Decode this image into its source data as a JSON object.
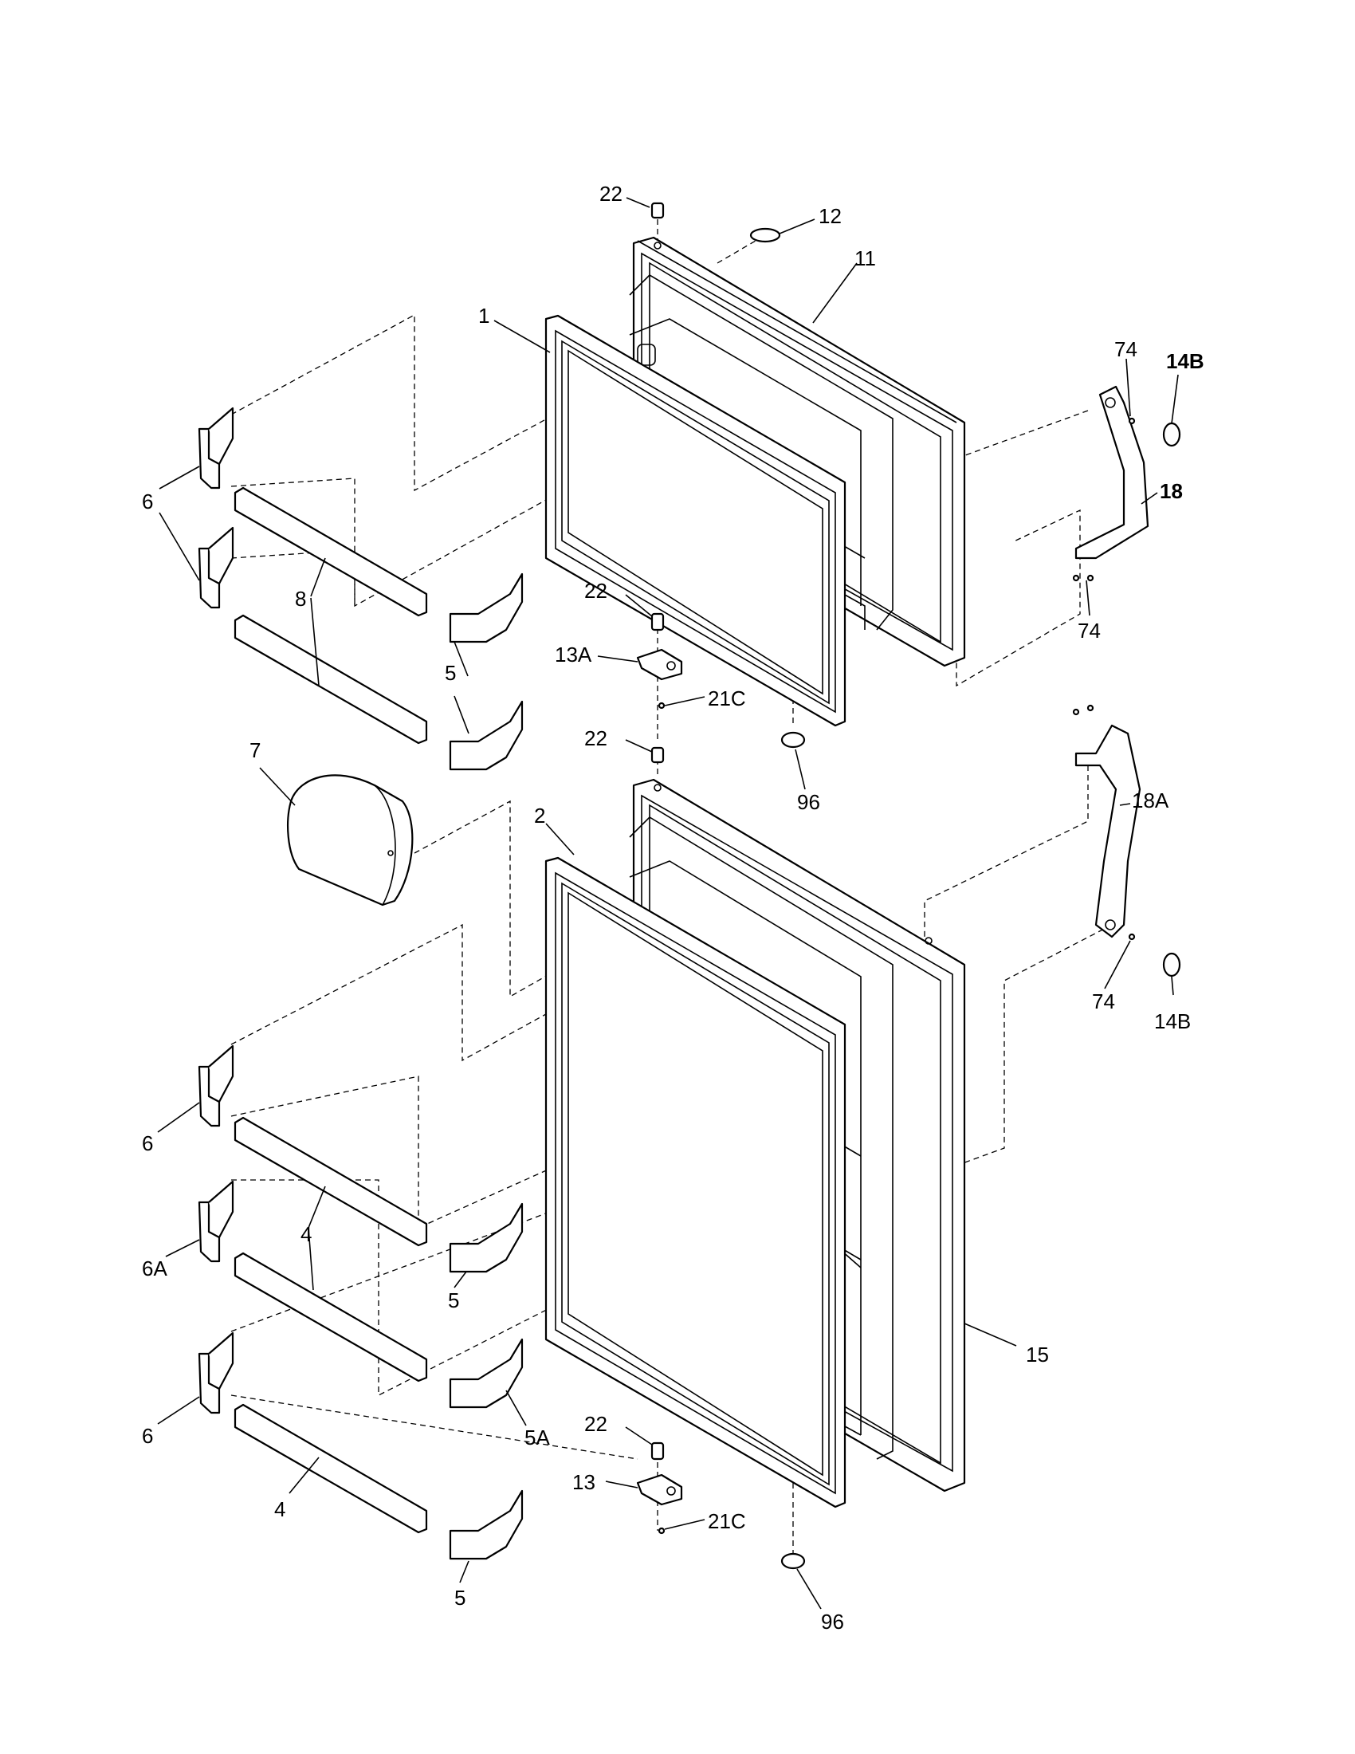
{
  "diagram": {
    "labels": {
      "l22a": "22",
      "l12": "12",
      "l11": "11",
      "l1": "1",
      "l74a": "74",
      "l14Ba": "14B",
      "l18": "18",
      "l6a": "6",
      "l8": "8",
      "l22b": "22",
      "l13A": "13A",
      "l5a": "5",
      "l74b": "74",
      "l21Ca": "21C",
      "l22c": "22",
      "l7": "7",
      "l96a": "96",
      "l18A": "18A",
      "l2": "2",
      "l74c": "74",
      "l14Bb": "14B",
      "l6b": "6",
      "l4a": "4",
      "l6A": "6A",
      "l5b": "5",
      "l15": "15",
      "l6c": "6",
      "l5A": "5A",
      "l22d": "22",
      "l13": "13",
      "l21Cb": "21C",
      "l4b": "4",
      "l5c": "5",
      "l96b": "96"
    }
  }
}
